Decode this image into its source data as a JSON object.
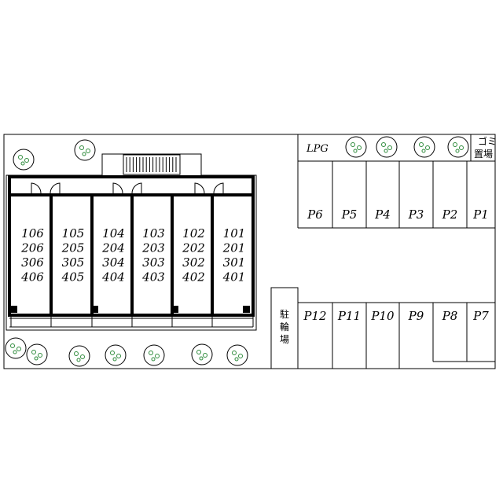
{
  "site": {
    "lpg_label": "LPG",
    "garbage_label": "ゴミ置場",
    "bicycle_label": "駐輪場"
  },
  "units": [
    [
      "106",
      "206",
      "306",
      "406"
    ],
    [
      "105",
      "205",
      "305",
      "405"
    ],
    [
      "104",
      "204",
      "304",
      "404"
    ],
    [
      "103",
      "203",
      "303",
      "403"
    ],
    [
      "102",
      "202",
      "302",
      "402"
    ],
    [
      "101",
      "201",
      "301",
      "401"
    ]
  ],
  "parking_top": [
    "P6",
    "P5",
    "P4",
    "P3",
    "P2",
    "P1"
  ],
  "parking_bottom": [
    "P12",
    "P11",
    "P10",
    "P9",
    "P8",
    "P7"
  ],
  "colors": {
    "line": "#000000",
    "tree": "#2e8b3c",
    "background": "#ffffff"
  }
}
